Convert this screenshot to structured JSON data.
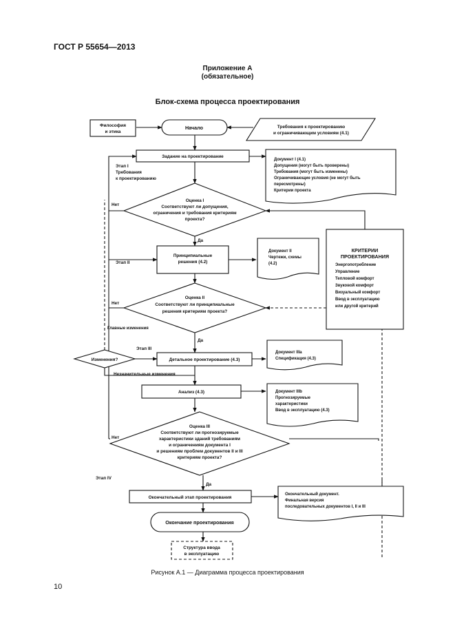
{
  "header": {
    "standard": "ГОСТ Р 55654—2013"
  },
  "appendix": {
    "title": "Приложение А",
    "subtitle": "(обязательное)"
  },
  "figure_title": "Блок-схема процесса проектирования",
  "caption": "Рисунок А.1 — Диаграмма процесса проектирования",
  "page_number": "10",
  "nodes": {
    "philosophy": [
      "Философия",
      "и этика"
    ],
    "start": "Начало",
    "requirements_input": [
      "Требования к проектированию",
      "и ограничивающим условиям (4.1)"
    ],
    "design_task": "Задание на проектирование",
    "stage1": [
      "Этап I",
      "Требования",
      "к проектированию"
    ],
    "doc1": [
      "Документ I (4.1)",
      "Допущения (могут быть проверены)",
      "Требования (могут быть изменены)",
      "Ограничивающие условия (не могут быть",
      "пересмотрены)",
      "Критерии проекта"
    ],
    "eval1": [
      "Оценка I",
      "Соответствуют ли допущения,",
      "ограничения и требования критериям",
      "проекта?"
    ],
    "no1": "Нет",
    "yes1": "Да",
    "stage2": "Этап II",
    "principal": [
      "Принципиальные",
      "решения (4.2)"
    ],
    "doc2": [
      "Документ II",
      "Чертежи, схемы",
      "(4.2)"
    ],
    "criteria": [
      "КРИТЕРИИ",
      "ПРОЕКТИРОВАНИЯ",
      "Энергопотребление",
      "Управление",
      "Тепловой комфорт",
      "Звуковой комфорт",
      "Визуальный комфорт",
      "Ввод в эксплуатацию",
      "или другой критерий"
    ],
    "eval2": [
      "Оценка II",
      "Соответствуют ли принципиальные",
      "решения критериям проекта?"
    ],
    "no2": "Нет",
    "major_change": "Главные изменения",
    "yes2": "Да",
    "stage3": "Этап III",
    "changes": "Изменения?",
    "detailed": "Детальное проектирование (4.3)",
    "doc3a": [
      "Документ IIIa",
      "Спецификация (4.3)"
    ],
    "minor_change": "Незначительные изменения",
    "analysis": "Анализ (4.3)",
    "doc3b": [
      "Документ IIIb",
      "Прогнозируемые",
      "характеристики",
      "Ввод в эксплуатацию (4.3)"
    ],
    "no3": "Нет",
    "eval3": [
      "Оценка III",
      "Соответствуют ли прогнозируемые",
      "характеристики зданий требованиям",
      "и ограничениям документа I",
      "и решениям проблем документов II и III",
      "критериям проекта?"
    ],
    "yes3": "Да",
    "stage4": "Этап IV",
    "final_stage": "Окончательный этап проектирования",
    "final_doc": [
      "Окончательный документ.",
      "Финальная версия",
      "последовательных документов I, II и III"
    ],
    "end": "Окончание проектирования",
    "commission": [
      "Структура ввода",
      "в эксплуатацию"
    ]
  }
}
